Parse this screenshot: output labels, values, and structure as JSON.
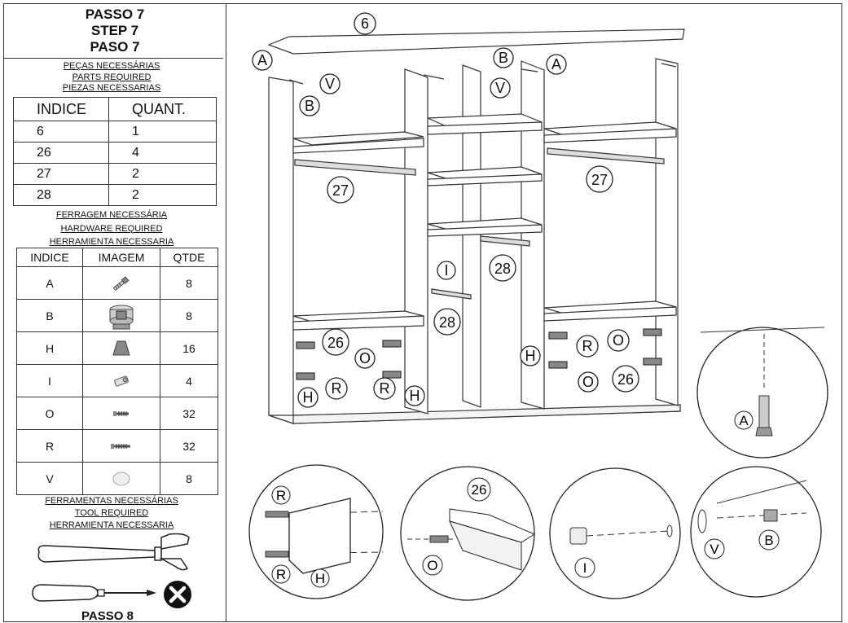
{
  "step": {
    "title_pt": "PASSO 7",
    "title_en": "STEP 7",
    "title_es": "PASO 7",
    "next_partial": "PASSO 8"
  },
  "parts": {
    "heading_pt": "PEÇAS NECESSÁRIAS",
    "heading_en": "PARTS REQUIRED",
    "heading_es": "PIEZAS NECESSARIAS",
    "col_index": "INDICE",
    "col_qty": "QUANT.",
    "rows": [
      {
        "index": "6",
        "qty": "1"
      },
      {
        "index": "26",
        "qty": "4"
      },
      {
        "index": "27",
        "qty": "2"
      },
      {
        "index": "28",
        "qty": "2"
      }
    ]
  },
  "hardware": {
    "heading_pt": "FERRAGEM NECESSÁRIA",
    "heading_en": "HARDWARE REQUIRED",
    "heading_es": "HERRAMIENTA NECESSARIA",
    "col_index": "INDICE",
    "col_image": "IMAGEM",
    "col_qty": "QTDE",
    "rows": [
      {
        "index": "A",
        "icon": "dowel-bolt-icon",
        "qty": "8"
      },
      {
        "index": "B",
        "icon": "cam-lock-icon",
        "qty": "8"
      },
      {
        "index": "H",
        "icon": "support-block-icon",
        "qty": "16"
      },
      {
        "index": "I",
        "icon": "rod-support-icon",
        "qty": "4"
      },
      {
        "index": "O",
        "icon": "short-screw-icon",
        "qty": "32"
      },
      {
        "index": "R",
        "icon": "long-screw-icon",
        "qty": "32"
      },
      {
        "index": "V",
        "icon": "cover-cap-icon",
        "qty": "8"
      }
    ]
  },
  "tools": {
    "heading_pt": "FERRAMENTAS NECESSÁRIAS",
    "heading_en": "TOOL REQUIRED",
    "heading_es": "HERRAMIENTA NECESSARIA",
    "items": [
      "hammer-icon",
      "screwdriver-icon",
      "not-needed-icon"
    ]
  },
  "diagram": {
    "labels": {
      "top_panel": "6",
      "rail": "26",
      "hanging_rod": "27",
      "short_rod": "28",
      "dowel": "A",
      "cam": "B",
      "cap": "V",
      "block": "H",
      "screw_o": "O",
      "screw_r": "R",
      "rod_cup": "I"
    }
  }
}
